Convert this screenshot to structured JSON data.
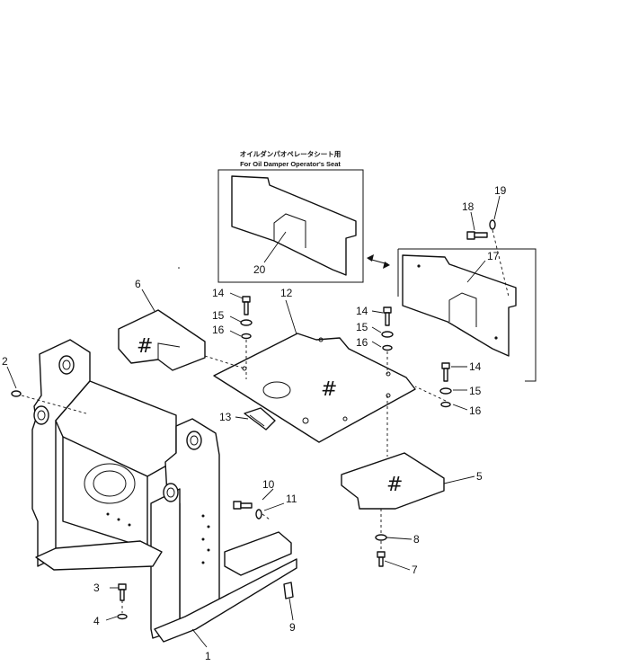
{
  "caption": {
    "line1": "オイルダンパオペレータシート用",
    "line2": "For Oil Damper Operator's Seat"
  },
  "marks": {
    "hash": "#"
  },
  "callouts": {
    "c1": "1",
    "c2": "2",
    "c3": "3",
    "c4": "4",
    "c5": "5",
    "c6": "6",
    "c7": "7",
    "c8": "8",
    "c9": "9",
    "c10": "10",
    "c11": "11",
    "c12": "12",
    "c13": "13",
    "c14a": "14",
    "c14b": "14",
    "c14c": "14",
    "c15a": "15",
    "c15b": "15",
    "c15c": "15",
    "c16a": "16",
    "c16b": "16",
    "c16c": "16",
    "c17": "17",
    "c18": "18",
    "c19": "19",
    "c20": "20"
  }
}
